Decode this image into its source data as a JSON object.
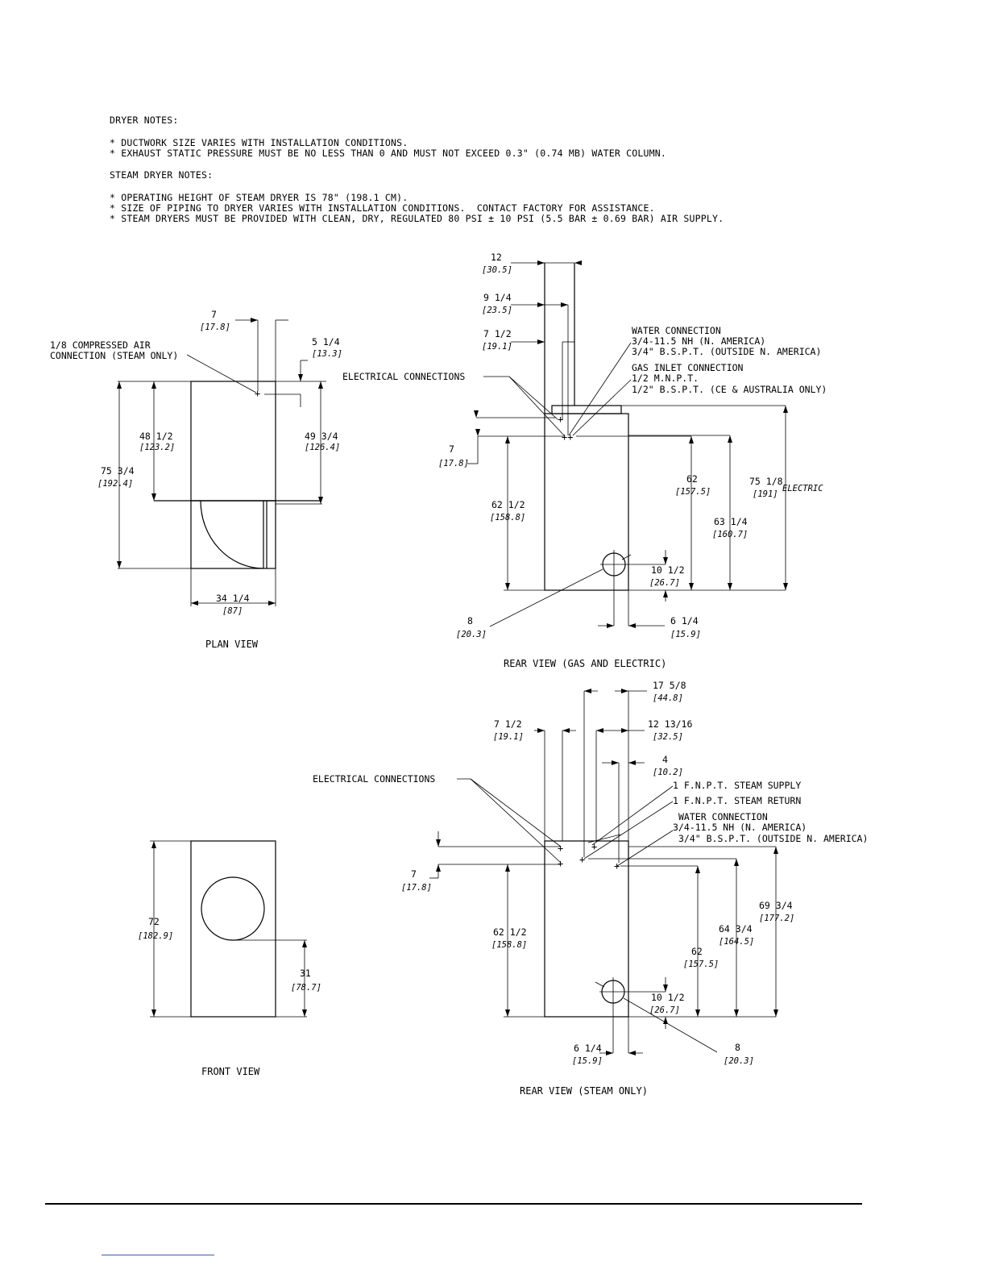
{
  "dryer_notes": {
    "heading": "DRYER NOTES:",
    "items": [
      "* DUCTWORK SIZE VARIES WITH INSTALLATION CONDITIONS.",
      "* EXHAUST STATIC PRESSURE MUST BE NO LESS THAN 0 AND MUST NOT EXCEED 0.3\" (0.74 MB) WATER COLUMN."
    ]
  },
  "steam_notes": {
    "heading": "STEAM DRYER NOTES:",
    "items": [
      "* OPERATING HEIGHT OF STEAM DRYER IS 78\" (198.1 CM).",
      "* SIZE OF PIPING TO DRYER VARIES WITH INSTALLATION CONDITIONS.  CONTACT FACTORY FOR ASSISTANCE.",
      "* STEAM DRYERS MUST BE PROVIDED WITH CLEAN, DRY, REGULATED 80 PSI ± 10 PSI (5.5 BAR ± 0.69 BAR) AIR SUPPLY."
    ]
  },
  "plan_view": {
    "caption": "PLAN VIEW",
    "compressed_air_1": "1/8 COMPRESSED AIR",
    "compressed_air_2": "CONNECTION (STEAM ONLY)",
    "d7": "7",
    "d7mm": "[17.8]",
    "d5": "5 1/4",
    "d5mm": "[13.3]",
    "d48": "48 1/2",
    "d48mm": "[123.2]",
    "d49": "49 3/4",
    "d49mm": "[126.4]",
    "d75": "75 3/4",
    "d75mm": "[192.4]",
    "d34": "34 1/4",
    "d34mm": "[87]"
  },
  "rear_view_gas": {
    "caption": "REAR VIEW (GAS AND ELECTRIC)",
    "electrical": "ELECTRICAL CONNECTIONS",
    "water_1": "WATER CONNECTION",
    "water_2": "3/4-11.5 NH (N. AMERICA)",
    "water_3": "3/4\" B.S.P.T. (OUTSIDE N. AMERICA)",
    "gas_1": "GAS INLET CONNECTION",
    "gas_2": "1/2 M.N.P.T.",
    "gas_3": "1/2\" B.S.P.T. (CE & AUSTRALIA ONLY)",
    "d12": "12",
    "d12mm": "[30.5]",
    "d9": "9 1/4",
    "d9mm": "[23.5]",
    "d7a": "7 1/2",
    "d7amm": "[19.1]",
    "d7b": "7",
    "d7bmm": "[17.8]",
    "d62a": "62 1/2",
    "d62amm": "[158.8]",
    "d62": "62",
    "d62mm": "[157.5]",
    "d63": "63 1/4",
    "d63mm": "[160.7]",
    "d75": "75 1/8",
    "d75mm": "[191]",
    "electric": "ELECTRIC",
    "d10": "10 1/2",
    "d10mm": "[26.7]",
    "d8": "8",
    "d8mm": "[20.3]",
    "d6": "6 1/4",
    "d6mm": "[15.9]"
  },
  "front_view": {
    "caption": "FRONT VIEW",
    "d72": "72",
    "d72mm": "[182.9]",
    "d31": "31",
    "d31mm": "[78.7]"
  },
  "rear_view_steam": {
    "caption": "REAR VIEW (STEAM ONLY)",
    "electrical": "ELECTRICAL CONNECTIONS",
    "steam_supply": "1 F.N.P.T. STEAM SUPPLY",
    "steam_return": "1 F.N.P.T. STEAM RETURN",
    "water_1": "WATER CONNECTION",
    "water_2": "3/4-11.5 NH (N. AMERICA)",
    "water_3": "3/4\" B.S.P.T. (OUTSIDE N. AMERICA)",
    "d17": "17 5/8",
    "d17mm": "[44.8]",
    "d12": "12 13/16",
    "d12mm": "[32.5]",
    "d7a": "7 1/2",
    "d7amm": "[19.1]",
    "d4": "4",
    "d4mm": "[10.2]",
    "d7b": "7",
    "d7bmm": "[17.8]",
    "d62a": "62 1/2",
    "d62amm": "[158.8]",
    "d62": "62",
    "d62mm": "[157.5]",
    "d64": "64 3/4",
    "d64mm": "[164.5]",
    "d69": "69 3/4",
    "d69mm": "[177.2]",
    "d10": "10 1/2",
    "d10mm": "[26.7]",
    "d6": "6 1/4",
    "d6mm": "[15.9]",
    "d8": "8",
    "d8mm": "[20.3]"
  }
}
